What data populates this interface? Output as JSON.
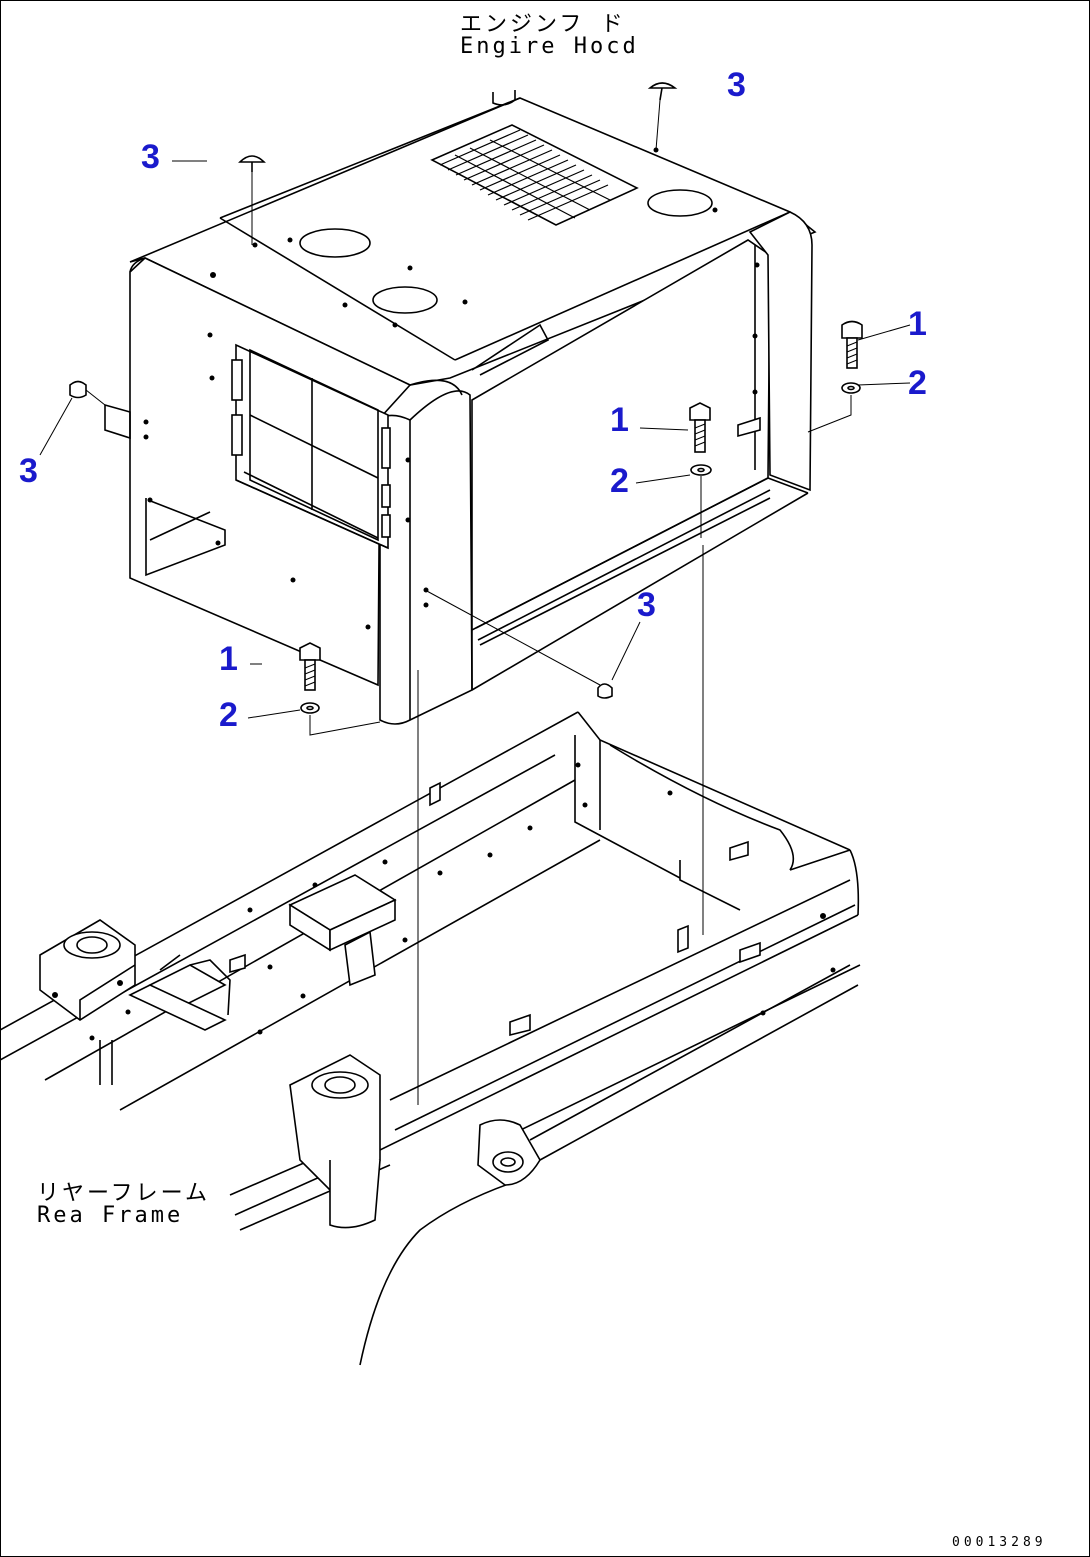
{
  "labels": {
    "engine_hood_jp": "エンジンフ ド",
    "engine_hood_en": "Engire Hocd",
    "rear_frame_jp": "リヤーフレーム",
    "rear_frame_en": "Rea  Frame"
  },
  "callouts": {
    "c3_top_right": "3",
    "c3_top_left": "3",
    "c1_right": "1",
    "c2_right": "2",
    "c1_mid": "1",
    "c2_mid": "2",
    "c3_left": "3",
    "c3_bottom_mid": "3",
    "c1_lower": "1",
    "c2_lower": "2"
  },
  "drawing_code": "00013289",
  "colors": {
    "callout": "#1a1acc",
    "line": "#000000",
    "background": "#ffffff"
  }
}
